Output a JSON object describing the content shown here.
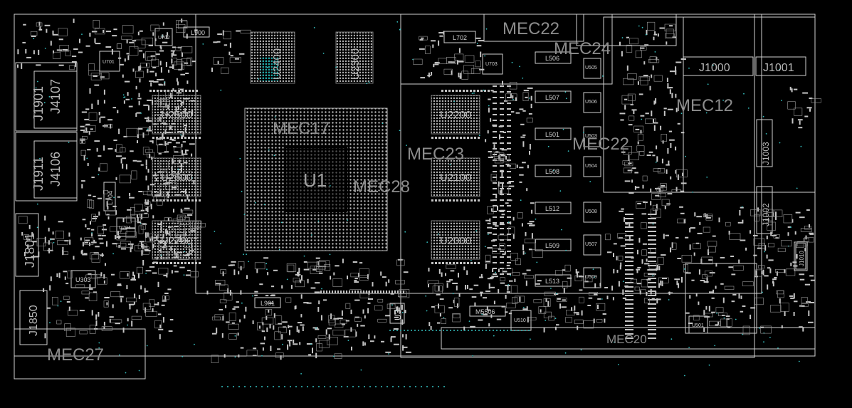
{
  "colors": {
    "background": "#000000",
    "outline": "#d0d0d0",
    "silk": "#9a9a9a",
    "region_label": "#8c8c8c",
    "ref_label": "#b8b8b8",
    "pad": "#c8c8c8",
    "via": "#33c3c3",
    "highlight": "#19a9a9"
  },
  "regions": {
    "mec22_top": "MEC22",
    "mec24": "MEC24",
    "mec12": "MEC12",
    "mec22_right": "MEC22",
    "mec17": "MEC17",
    "mec23": "MEC23",
    "mec28": "MEC28",
    "mec27": "MEC27",
    "mec20": "MEC20"
  },
  "components": {
    "u2400": "U2400",
    "u2300": "U2300",
    "u2500": "U2500",
    "u2600": "U2600",
    "u2700": "U2700",
    "u1": "U1",
    "u2200": "U2200",
    "u2100": "U2100",
    "u2000": "U2000",
    "j1901": "J1901",
    "j4107": "J4107",
    "j1911": "J1911",
    "j4106": "J4106",
    "j1801": "J1801",
    "j1850": "J1850",
    "j1000": "J1000",
    "j1001": "J1001",
    "j1003": "J1003",
    "j1002": "J1002",
    "l900": "L900",
    "l702": "L702",
    "l506": "L506",
    "l507": "L507",
    "l501": "L501",
    "l508": "L508",
    "l512": "L512",
    "l509": "L509",
    "l513": "L513",
    "l901": "L901",
    "l704": "L704",
    "m5506": "M5506",
    "u3": "U3",
    "u303": "U303",
    "u510": "U510",
    "u501": "U501",
    "u702": "U702",
    "u701": "U701",
    "u703": "U703",
    "u704": "U704",
    "u505": "U505",
    "u506": "U506",
    "u503": "U503",
    "u504": "U504",
    "u508": "U508",
    "u507": "U507",
    "u509": "U509",
    "j1010": "J1010"
  }
}
